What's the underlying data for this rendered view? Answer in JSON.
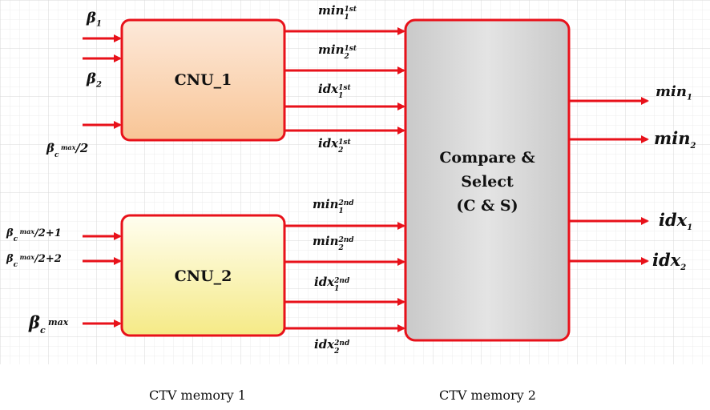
{
  "blocks": {
    "cnu1": "CNU_1",
    "cnu2": "CNU_2",
    "cs_line1": "Compare &",
    "cs_line2": "Select",
    "cs_line3": "(C & S)"
  },
  "inputs": {
    "beta1": {
      "base": "β",
      "sub": "1"
    },
    "beta2": {
      "base": "β",
      "sub": "2"
    },
    "beta_half": {
      "base": "β",
      "sub": "c",
      "sup": "max",
      "suffix": "/2"
    },
    "beta_half_p1": {
      "base": "β",
      "sub": "c",
      "sup": "max",
      "suffix": "/2+1"
    },
    "beta_half_p2": {
      "base": "β",
      "sub": "c",
      "sup": "max",
      "suffix": "/2+2"
    },
    "beta_max": {
      "base": "β",
      "sub": "c",
      "sup": "max"
    }
  },
  "intermediate": {
    "min1_1st": {
      "base": "min",
      "sub": "1",
      "sup": "1st"
    },
    "min2_1st": {
      "base": "min",
      "sub": "2",
      "sup": "1st"
    },
    "idx1_1st": {
      "base": "idx",
      "sub": "1",
      "sup": "1st"
    },
    "idx2_1st": {
      "base": "idx",
      "sub": "2",
      "sup": "1st"
    },
    "min1_2nd": {
      "base": "min",
      "sub": "1",
      "sup": "2nd"
    },
    "min2_2nd": {
      "base": "min",
      "sub": "2",
      "sup": "2nd"
    },
    "idx1_2nd": {
      "base": "idx",
      "sub": "1",
      "sup": "2nd"
    },
    "idx2_2nd": {
      "base": "idx",
      "sub": "2",
      "sup": "2nd"
    }
  },
  "outputs": {
    "min1": {
      "base": "min",
      "sub": "1"
    },
    "min2": {
      "base": "min",
      "sub": "2"
    },
    "idx1": {
      "base": "idx",
      "sub": "1"
    },
    "idx2": {
      "base": "idx",
      "sub": "2"
    }
  },
  "captions": {
    "left": "CTV memory 1",
    "right": "CTV memory 2"
  },
  "colors": {
    "arrow": "#e8111a",
    "border": "#e8111a",
    "cnu1_fill_top": "#fde9da",
    "cnu1_fill_bottom": "#f9c99e",
    "cnu2_fill_top": "#fffde6",
    "cnu2_fill_bottom": "#f6ec8a",
    "cs_fill": "#d3d3d3",
    "grid": "#e3e3e3"
  }
}
